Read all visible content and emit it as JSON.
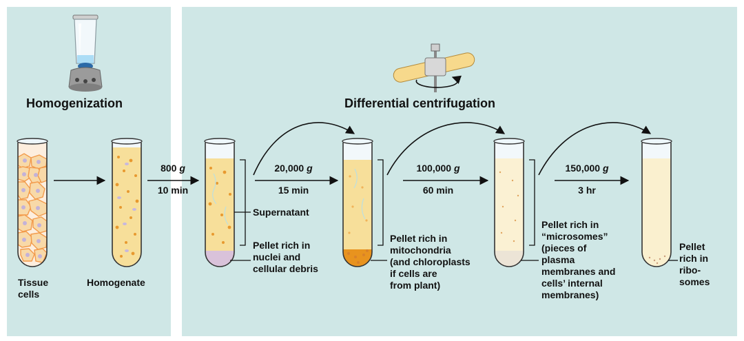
{
  "headings": {
    "homogenization": "Homogenization",
    "differential_centrifugation": "Differential centrifugation"
  },
  "labels": {
    "tissue_cells": [
      "Tissue",
      "cells"
    ],
    "homogenate": "Homogenate",
    "supernatant": "Supernatant",
    "pellet_nuclei": [
      "Pellet rich in",
      "nuclei and",
      "cellular debris"
    ],
    "pellet_mitochondria": [
      "Pellet rich in",
      "mitochondria",
      "(and chloroplasts",
      "if cells are",
      "from plant)"
    ],
    "pellet_microsomes": [
      "Pellet rich in",
      "“microsomes”",
      "(pieces of",
      "plasma",
      "membranes and",
      "cells’ internal",
      "membranes)"
    ],
    "pellet_ribosomes": [
      "Pellet",
      "rich in",
      "ribo-",
      "somes"
    ]
  },
  "steps": [
    {
      "force": "800",
      "unit": "g",
      "time": "10 min"
    },
    {
      "force": "20,000",
      "unit": "g",
      "time": "15 min"
    },
    {
      "force": "100,000",
      "unit": "g",
      "time": "60 min"
    },
    {
      "force": "150,000",
      "unit": "g",
      "time": "3 hr"
    }
  ],
  "colors": {
    "panel": "#cfe7e6",
    "cell_fill": "#f8d9a8",
    "cell_outline": "#f29a4a",
    "homogenate": "#f7df9a",
    "particle": "#e8992f",
    "pellet_nuclei": "#d9c2da",
    "pellet_mito": "#e8931e"
  },
  "icons": [
    "blender-icon",
    "centrifuge-rotor-icon"
  ]
}
